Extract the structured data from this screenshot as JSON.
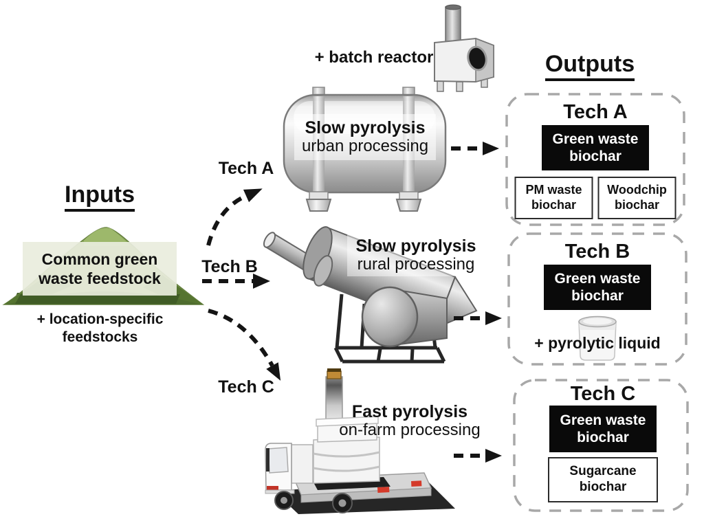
{
  "inputs": {
    "title": "Inputs",
    "feedstock_label": "Common green waste feedstock",
    "location_note": "+ location-specific feedstocks"
  },
  "routes": [
    {
      "label": "Tech A"
    },
    {
      "label": "Tech B"
    },
    {
      "label": "Tech C"
    }
  ],
  "processes": [
    {
      "addon_label": "+ batch reactor",
      "name": "Slow pyrolysis",
      "mode": "urban processing"
    },
    {
      "name": "Slow pyrolysis",
      "mode": "rural processing"
    },
    {
      "name": "Fast pyrolysis",
      "mode": "on-farm processing"
    }
  ],
  "outputs": {
    "title": "Outputs",
    "groups": [
      {
        "title": "Tech A",
        "primary": "Green waste biochar",
        "secondary": [
          "PM waste biochar",
          "Woodchip biochar"
        ]
      },
      {
        "title": "Tech B",
        "primary": "Green waste biochar",
        "liquid_note": "+ pyrolytic liquid"
      },
      {
        "title": "Tech C",
        "primary": "Green waste biochar",
        "secondary": [
          "Sugarcane biochar"
        ]
      }
    ]
  },
  "icons": [
    {
      "name": "green-waste-pile-icon"
    },
    {
      "name": "batch-reactor-icon"
    },
    {
      "name": "pyrolysis-tank-icon"
    },
    {
      "name": "rotary-kiln-icon"
    },
    {
      "name": "flatbed-truck-icon"
    },
    {
      "name": "pyrolytic-liquid-jar-icon"
    }
  ],
  "colors": {
    "pile_green_light": "#8aa65a",
    "pile_green_dark": "#4e6c2e",
    "pile_base_green": "#3f5b26",
    "machine_gray": "#c9c9c9",
    "black_box_bg": "#0a0a0a",
    "black_box_text": "#ffffff",
    "dashed_border_gray": "#a8a8a8",
    "arrow_black": "#141414",
    "truck_cap_orange": "#c08a36",
    "tail_light_red": "#cc3322"
  }
}
